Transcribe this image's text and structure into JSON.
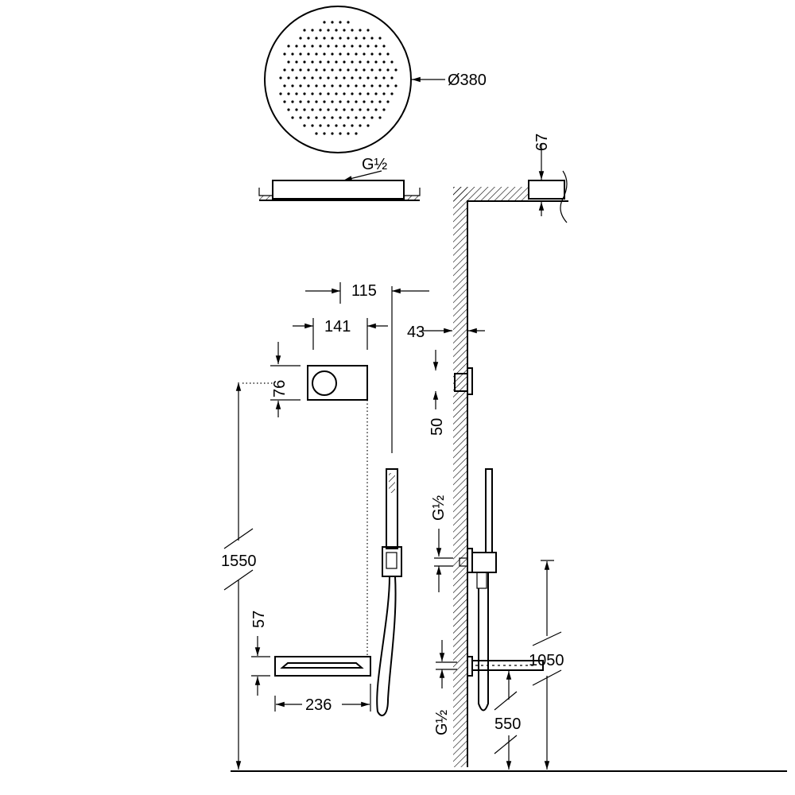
{
  "drawing": {
    "head_diameter": "Ø380",
    "head_thread": "G½",
    "arm_height": "67",
    "dim_115": "115",
    "dim_141": "141",
    "dim_43": "43",
    "dim_76": "76",
    "dim_50": "50",
    "dim_1550": "1550",
    "dim_57": "57",
    "dim_236": "236",
    "dim_1050": "1050",
    "dim_550": "550",
    "thread_upper": "G½",
    "thread_lower": "G½"
  }
}
